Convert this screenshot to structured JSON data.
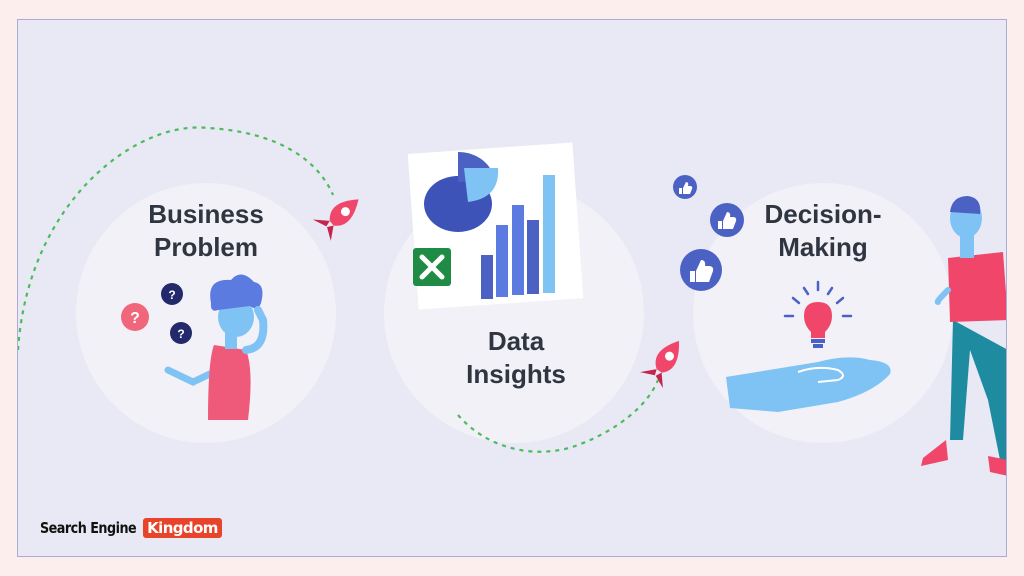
{
  "stages": {
    "business": "Business\nProblem",
    "data": "Data\nInsights",
    "decision": "Decision-\nMaking"
  },
  "question_marks": [
    "?",
    "?",
    "?"
  ],
  "logo": {
    "part1": "Search Engine",
    "part2": "Kingdom"
  },
  "icons": [
    "rocket-icon",
    "rocket-icon",
    "question-mark-icon",
    "excel-icon",
    "pie-chart-icon",
    "bar-chart-icon",
    "thumbs-up-icon",
    "lightbulb-icon",
    "open-hand-icon"
  ],
  "colors": {
    "background": "#e8e9f5",
    "circle": "#f0f0f6",
    "accent_pink": "#f0466a",
    "dashed_path": "#4cbb5c",
    "chart_blue": "#4b62c4",
    "chart_light_blue": "#7fc3f5",
    "excel_green": "#1e8c45",
    "text": "#2f3642"
  }
}
